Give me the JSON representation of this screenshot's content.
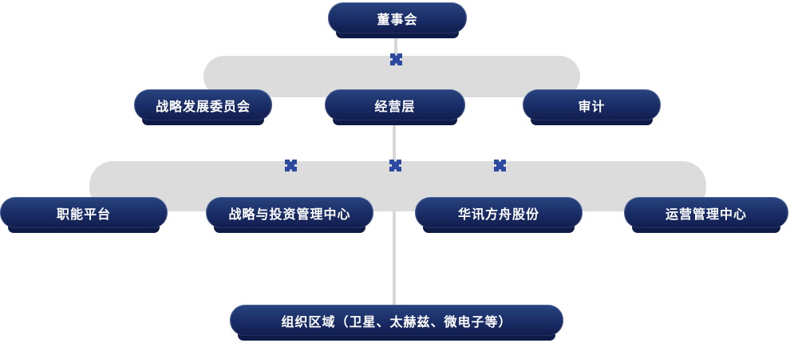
{
  "diagram": {
    "type": "org-chart",
    "language": "zh-CN"
  },
  "nodes": {
    "board": {
      "label": "董事会"
    },
    "level2": [
      {
        "label": "战略发展委员会"
      },
      {
        "label": "经营层"
      },
      {
        "label": "审计"
      }
    ],
    "level3": [
      {
        "label": "职能平台"
      },
      {
        "label": "战略与投资管理中心"
      },
      {
        "label": "华讯方舟股份"
      },
      {
        "label": "运营管理中心"
      }
    ],
    "bottom": {
      "label": "组织区域（卫星、太赫兹、微电子等）"
    }
  },
  "edges": [
    {
      "from": "董事会",
      "to": "战略发展委员会"
    },
    {
      "from": "董事会",
      "to": "经营层"
    },
    {
      "from": "董事会",
      "to": "审计"
    },
    {
      "from": "经营层",
      "to": "职能平台"
    },
    {
      "from": "经营层",
      "to": "战略与投资管理中心"
    },
    {
      "from": "经营层",
      "to": "华讯方舟股份"
    },
    {
      "from": "经营层",
      "to": "运营管理中心"
    },
    {
      "from": "经营层",
      "to": "组织区域（卫星、太赫兹、微电子等）"
    }
  ],
  "icons": {
    "junction": "junction-cross-icon"
  },
  "colors": {
    "node_gradient_top": "#28457f",
    "node_gradient_bottom": "#111d4c",
    "node_base": "#0e1b47",
    "connector_band": "#dcdcdc",
    "connector_line": "#d8d8d8",
    "junction_blue": "#2b4aa0",
    "text": "#ffffff",
    "background": "#ffffff"
  }
}
